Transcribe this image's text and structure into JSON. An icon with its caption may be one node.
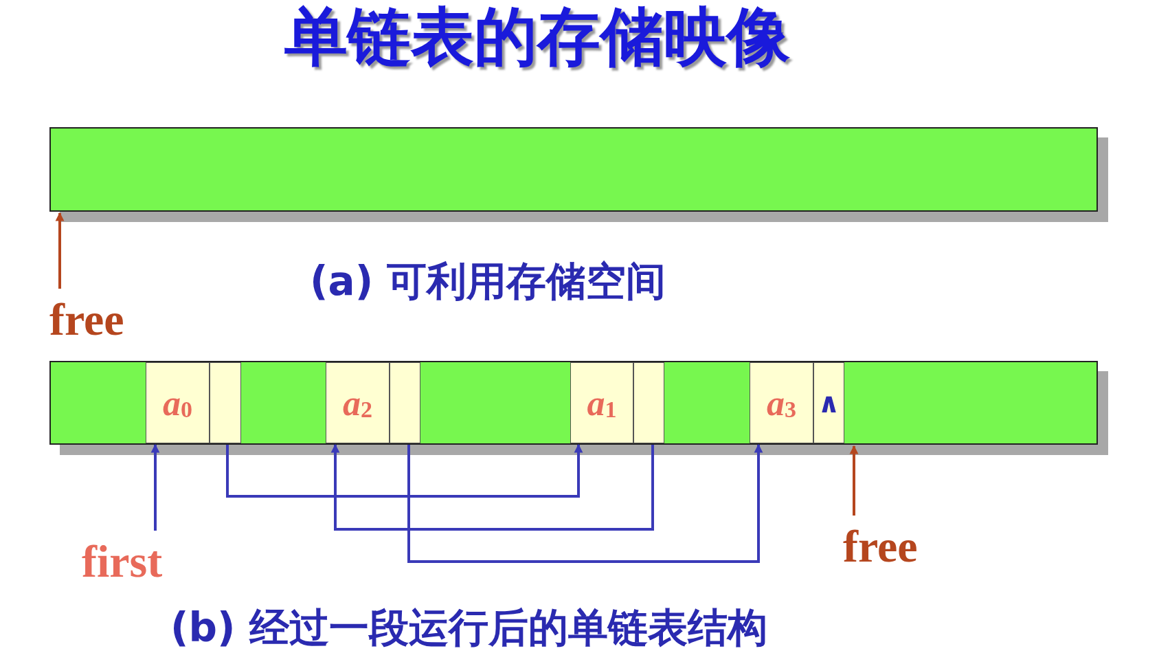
{
  "diagram": {
    "title": "单链表的存储映像",
    "nodes": [
      {
        "text": [],
        "shape": "bar"
      },
      {
        "text": [
          "free"
        ]
      },
      {
        "text": [],
        "shape": "bar"
      },
      {
        "text": [
          "a$_{0}$"
        ],
        "in": 2
      },
      {
        "text": [],
        "shape": "box",
        "in": 2
      },
      {
        "text": [
          "a$_{2}$"
        ],
        "in": 2
      },
      {
        "text": [],
        "shape": "box",
        "in": 2
      },
      {
        "text": [
          "a$_{1}$"
        ],
        "in": 2
      },
      {
        "text": [],
        "shape": "box",
        "in": 2
      },
      {
        "text": [
          "a$_{3}$"
        ],
        "in": 2
      },
      {
        "text": [
          "∧"
        ],
        "in": 2
      },
      {
        "text": [
          "first"
        ]
      },
      {
        "text": [
          "free"
        ]
      }
    ],
    "edges": [
      {
        "from": 1,
        "to": 0,
        "arrow": "to",
        "color": "#b5461e"
      },
      {
        "from": 11,
        "to": 3,
        "arrow": "to"
      },
      {
        "from": 4,
        "to": 7,
        "arrow": "to"
      },
      {
        "from": 8,
        "to": 5,
        "arrow": "to"
      },
      {
        "from": 6,
        "to": 9,
        "arrow": "to"
      },
      {
        "from": 12,
        "to": 2,
        "arrow": "to",
        "color": "#b5461e"
      }
    ],
    "labels": [
      "(a) 可利用存储空间",
      "(b) 经过一段运行后的单链表结构"
    ]
  }
}
